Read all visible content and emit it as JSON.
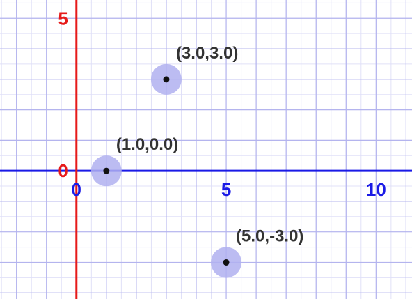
{
  "chart_data": {
    "type": "scatter",
    "title": "",
    "xlabel": "",
    "ylabel": "",
    "xlim": [
      -2.55,
      11.2
    ],
    "ylim": [
      -4.2,
      5.6
    ],
    "grid": true,
    "x_ticks": [
      {
        "value": 0,
        "label": "0"
      },
      {
        "value": 5,
        "label": "5"
      },
      {
        "value": 10,
        "label": "10"
      }
    ],
    "y_ticks": [
      {
        "value": 0,
        "label": "0"
      },
      {
        "value": 5,
        "label": "5"
      }
    ],
    "points": [
      {
        "x": 1.0,
        "y": 0.0,
        "label": "(1.0,0.0)"
      },
      {
        "x": 3.0,
        "y": 3.0,
        "label": "(3.0,3.0)"
      },
      {
        "x": 5.0,
        "y": -3.0,
        "label": "(5.0,-3.0)"
      }
    ],
    "colors": {
      "x_axis": "#1a1ae6",
      "y_axis": "#e61a1a",
      "x_tick_labels": "#1a1ae6",
      "y_tick_labels": "#e61a1a",
      "grid_minor": "#e0e0f8",
      "grid_major": "#b4b4ee",
      "point": "#111111",
      "point_halo": "#b0b0f0",
      "point_label": "#333333"
    }
  }
}
